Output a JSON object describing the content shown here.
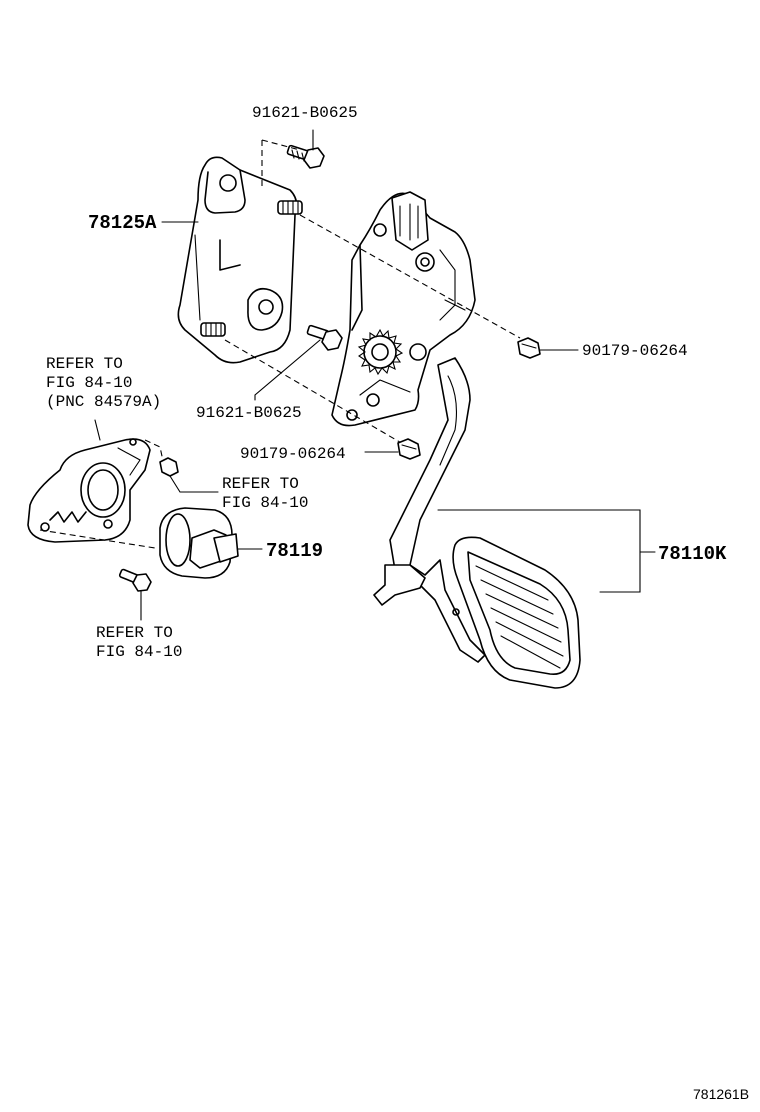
{
  "labels": {
    "bolt_top": "91621-B0625",
    "bracket": "78125A",
    "nut_right": "90179-06264",
    "bolt_mid": "91621-B0625",
    "nut_lower": "90179-06264",
    "refer_a_line1": "REFER TO",
    "refer_a_line2": "FIG 84-10",
    "refer_a_line3": "(PNC 84579A)",
    "refer_b_line1": "REFER TO",
    "refer_b_line2": "FIG 84-10",
    "sensor": "78119",
    "pedal": "78110K",
    "refer_c_line1": "REFER TO",
    "refer_c_line2": "FIG 84-10",
    "figure_id": "781261B"
  }
}
